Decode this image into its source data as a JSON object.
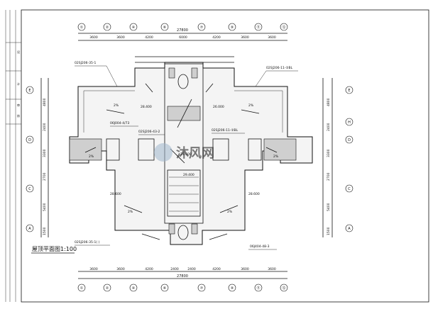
{
  "title": "屋顶平面图1:100",
  "overall_dimension": "27800",
  "axes_top": [
    "①",
    "②",
    "④",
    "⑥",
    "⑦",
    "⑨",
    "⑪",
    "⑫"
  ],
  "axes_bottom": [
    "①",
    "②",
    "④",
    "⑥",
    "⑦",
    "⑨",
    "⑪",
    "⑫"
  ],
  "dims_top": [
    "3600",
    "3600",
    "4200",
    "6000",
    "4200",
    "3600",
    "3600"
  ],
  "dims_bottom": [
    "3600",
    "3600",
    "4200",
    "2400",
    "2400",
    "4200",
    "3600",
    "3600"
  ],
  "axes_left": [
    "E",
    "D",
    "C",
    "A"
  ],
  "axes_right": [
    "E",
    "H",
    "D",
    "C",
    "A"
  ],
  "dims_left": [
    "4800",
    "2400",
    "3300",
    "2700",
    "5400",
    "1500"
  ],
  "dims_right": [
    "4800",
    "2400",
    "3300",
    "2700",
    "5400",
    "1500"
  ],
  "references": {
    "top_left": "02SJ206-35-1",
    "top_right": "02SJ206-11-②BL",
    "mid_left": "06J004-4/73",
    "mid_center": "02SJ206-43-2",
    "mid_right": "02SJ206-11-②BL",
    "bottom_left": "02SJ206-35-1(  )",
    "bottom_right": "06J404-48-3"
  },
  "elevations": [
    "28.400",
    "26.000",
    "29.600",
    "28.600",
    "28.600",
    "29.400"
  ],
  "slopes": [
    "2%",
    "2%",
    "2%",
    "2%",
    "2%",
    "2%"
  ],
  "watermark": "沐风网",
  "title_block": [
    "设",
    "计",
    "审",
    "核"
  ]
}
